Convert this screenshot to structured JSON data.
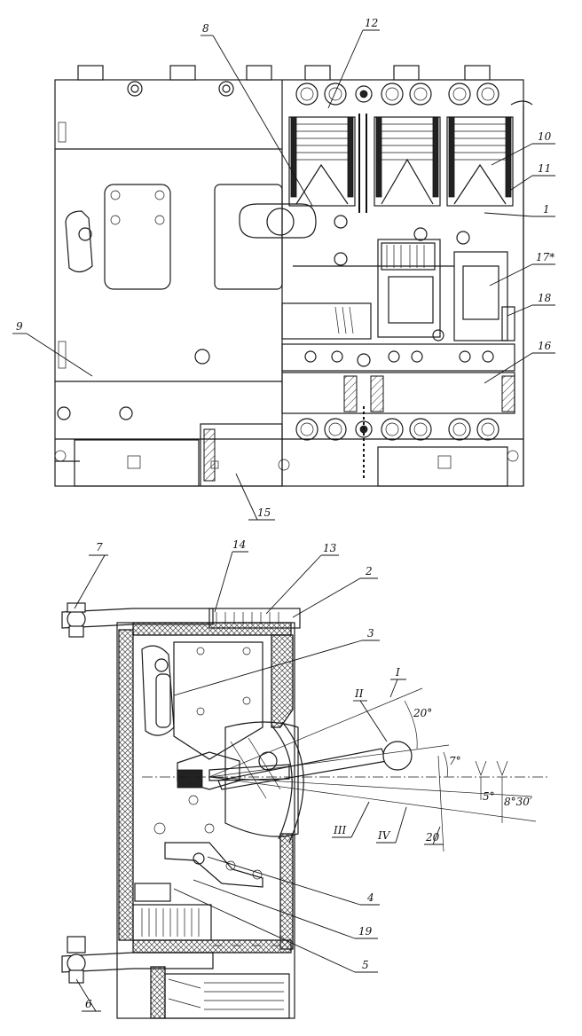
{
  "top_view": {
    "callouts": {
      "c8": "8",
      "c12": "12",
      "c10": "10",
      "c11": "11",
      "c1": "1",
      "c17": "17*",
      "c18": "18",
      "c16": "16",
      "c9": "9",
      "c15": "15"
    }
  },
  "side_view": {
    "callouts": {
      "c7": "7",
      "c14": "14",
      "c13": "13",
      "c2": "2",
      "c3": "3",
      "c4": "4",
      "c19": "19",
      "c5": "5",
      "c6": "6",
      "c20": "20"
    },
    "positions": {
      "p1": "I",
      "p2": "II",
      "p3": "III",
      "p4": "IV"
    },
    "angles": {
      "a20": "20°",
      "a7": "7°",
      "a5": "5°",
      "a830": "8°30′"
    }
  }
}
